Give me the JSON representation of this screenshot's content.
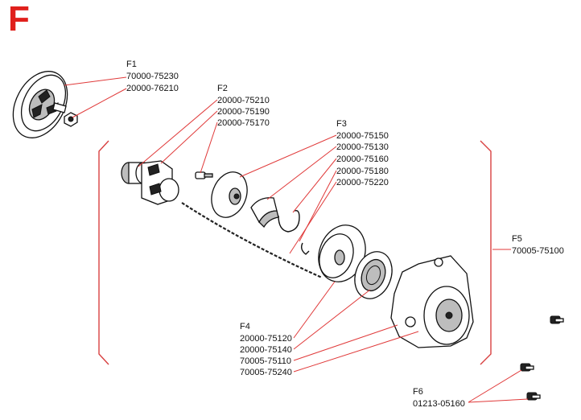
{
  "section": {
    "letter": "F"
  },
  "groups": [
    {
      "id": "F1",
      "parts": [
        "70000-75230",
        "20000-76210"
      ]
    },
    {
      "id": "F2",
      "parts": [
        "20000-75210",
        "20000-75190",
        "20000-75170"
      ]
    },
    {
      "id": "F3",
      "parts": [
        "20000-75150",
        "20000-75130",
        "20000-75160",
        "20000-75180",
        "20000-75220"
      ]
    },
    {
      "id": "F4",
      "parts": [
        "20000-75120",
        "20000-75140",
        "70005-75110",
        "70005-75240"
      ]
    },
    {
      "id": "F5",
      "parts": [
        "70005-75100"
      ]
    },
    {
      "id": "F6",
      "parts": [
        "01213-05160"
      ]
    }
  ],
  "colors": {
    "accent": "#e0201c",
    "leader": "#e03a3a",
    "ink": "#111111"
  }
}
